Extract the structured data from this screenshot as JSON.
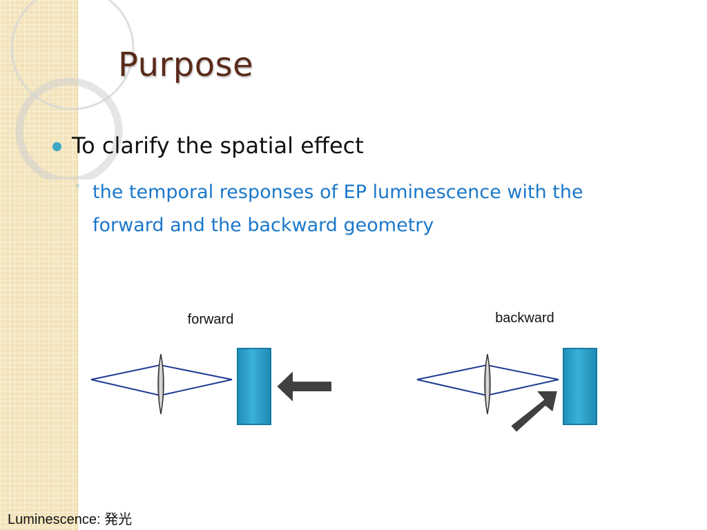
{
  "slide": {
    "title": "Purpose",
    "bullet_1": "To clarify the spatial effect",
    "bullet_1_sub": "the temporal responses of EP luminescence with the forward and the backward geometry",
    "sub_marker": "◦",
    "footnote": "Luminescence: 発光"
  },
  "diagrams": {
    "forward_label": "forward",
    "backward_label": "backward"
  },
  "colors": {
    "title": "#5a2a1a",
    "bullet_dot": "#3da8c4",
    "sub_text": "#1a77c9",
    "sample": "#3ab0d8",
    "beam": "#1f3a93",
    "arrow": "#404040",
    "strip": "#f2e3b9"
  },
  "icons": {
    "forward_arrow": "arrow-left-icon",
    "backward_arrow": "arrow-up-right-icon",
    "lens": "convex-lens-icon",
    "sample": "sample-block-icon"
  }
}
